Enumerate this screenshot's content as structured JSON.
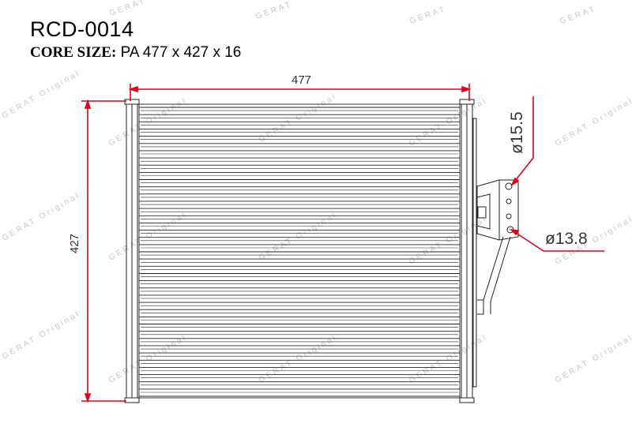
{
  "header": {
    "part_number": "RCD-0014",
    "core_size_label": "CORE SIZE:",
    "core_size_value": "PA 477 x 427 x 16"
  },
  "dimensions": {
    "width_label": "477",
    "height_label": "427",
    "inlet_diameter": "ø15.5",
    "outlet_diameter": "ø13.8"
  },
  "watermark": {
    "brand": "GERAT",
    "original": "GERAT Original"
  },
  "colors": {
    "dimension_line": "#e0001b",
    "drawing_line": "#222222",
    "watermark": "#c8c8c8"
  }
}
